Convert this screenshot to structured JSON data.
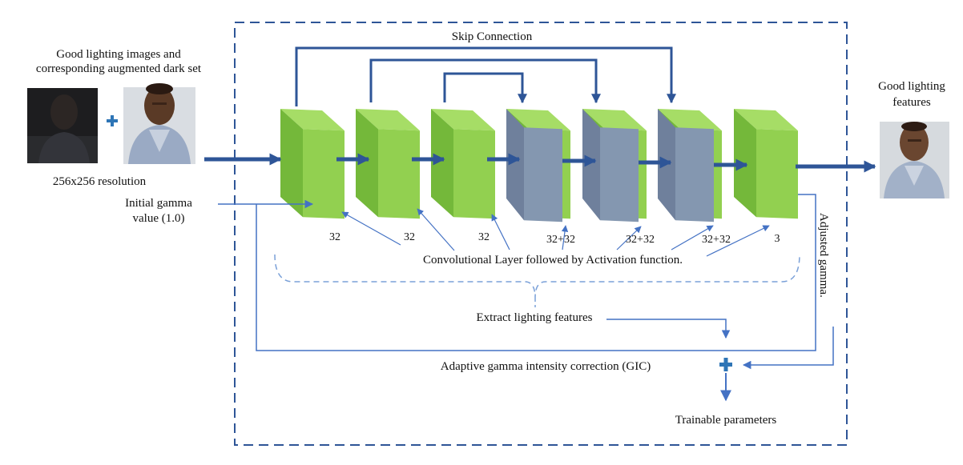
{
  "input": {
    "title_line1": "Good lighting images and",
    "title_line2": "corresponding augmented dark set",
    "resolution": "256x256 resolution",
    "gamma_line1": "Initial gamma",
    "gamma_line2": "value (1.0)"
  },
  "output": {
    "title_line1": "Good lighting",
    "title_line2": "features"
  },
  "skip_connection": "Skip Connection",
  "layers": [
    {
      "label": "32",
      "type": "conv"
    },
    {
      "label": "32",
      "type": "conv"
    },
    {
      "label": "32",
      "type": "conv"
    },
    {
      "label": "32+32",
      "type": "concat"
    },
    {
      "label": "32+32",
      "type": "concat"
    },
    {
      "label": "32+32",
      "type": "concat"
    },
    {
      "label": "3",
      "type": "conv"
    }
  ],
  "conv_caption": "Convolutional Layer followed by Activation function.",
  "extract": "Extract lighting features",
  "adjusted_gamma": "Adjusted gamma.",
  "gic": "Adaptive gamma intensity correction (GIC)",
  "trainable": "Trainable parameters",
  "colors": {
    "green_front": "#92d050",
    "green_side": "#74b83a",
    "green_top": "#a6dd66",
    "gray_front": "#8497b0",
    "arrow_blue": "#2e5597",
    "line_blue": "#4472c4",
    "plus_blue": "#2e75b6"
  }
}
